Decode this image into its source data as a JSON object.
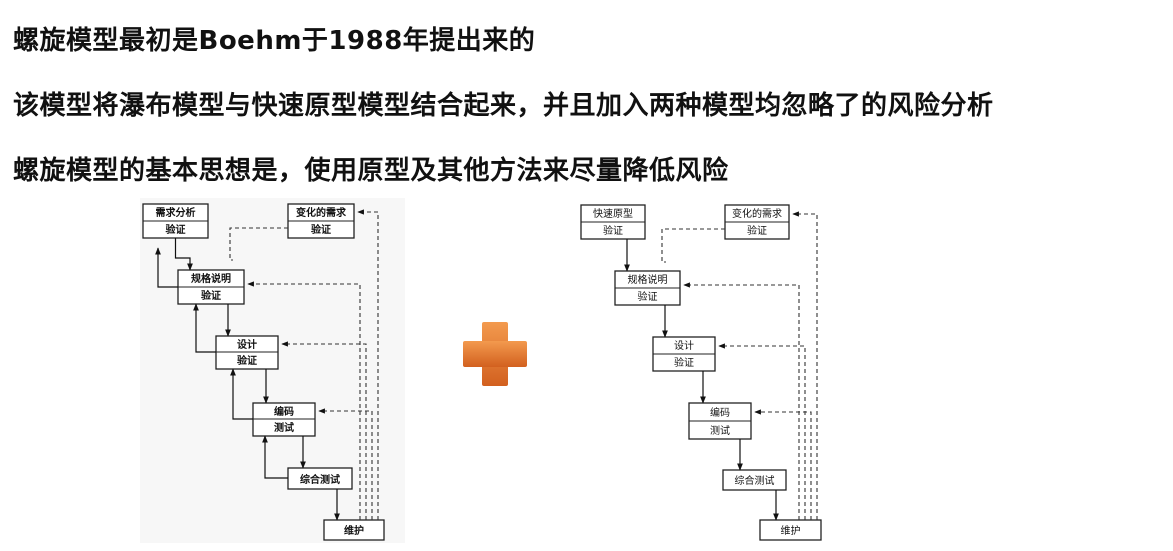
{
  "lines": [
    "螺旋模型最初是Boehm于1988年提出来的",
    "该模型将瀑布模型与快速原型模型结合起来，并且加入两种模型均忽略了的风险分析",
    "螺旋模型的基本思想是，使用原型及其他方法来尽量降低风险"
  ],
  "diagram_left": {
    "boxes": [
      {
        "top": "需求分析",
        "bottom": "验证"
      },
      {
        "top": "变化的需求",
        "bottom": "验证"
      },
      {
        "top": "规格说明",
        "bottom": "验证"
      },
      {
        "top": "设计",
        "bottom": "验证"
      },
      {
        "top": "编码",
        "bottom": "测试"
      },
      {
        "top": "综合测试",
        "bottom": ""
      },
      {
        "top": "维护",
        "bottom": ""
      }
    ]
  },
  "diagram_right": {
    "boxes": [
      {
        "top": "快速原型",
        "bottom": "验证"
      },
      {
        "top": "变化的需求",
        "bottom": "验证"
      },
      {
        "top": "规格说明",
        "bottom": "验证"
      },
      {
        "top": "设计",
        "bottom": "验证"
      },
      {
        "top": "编码",
        "bottom": "测试"
      },
      {
        "top": "综合测试",
        "bottom": ""
      },
      {
        "top": "维护",
        "bottom": ""
      }
    ]
  },
  "plus_color": "#e0702a"
}
